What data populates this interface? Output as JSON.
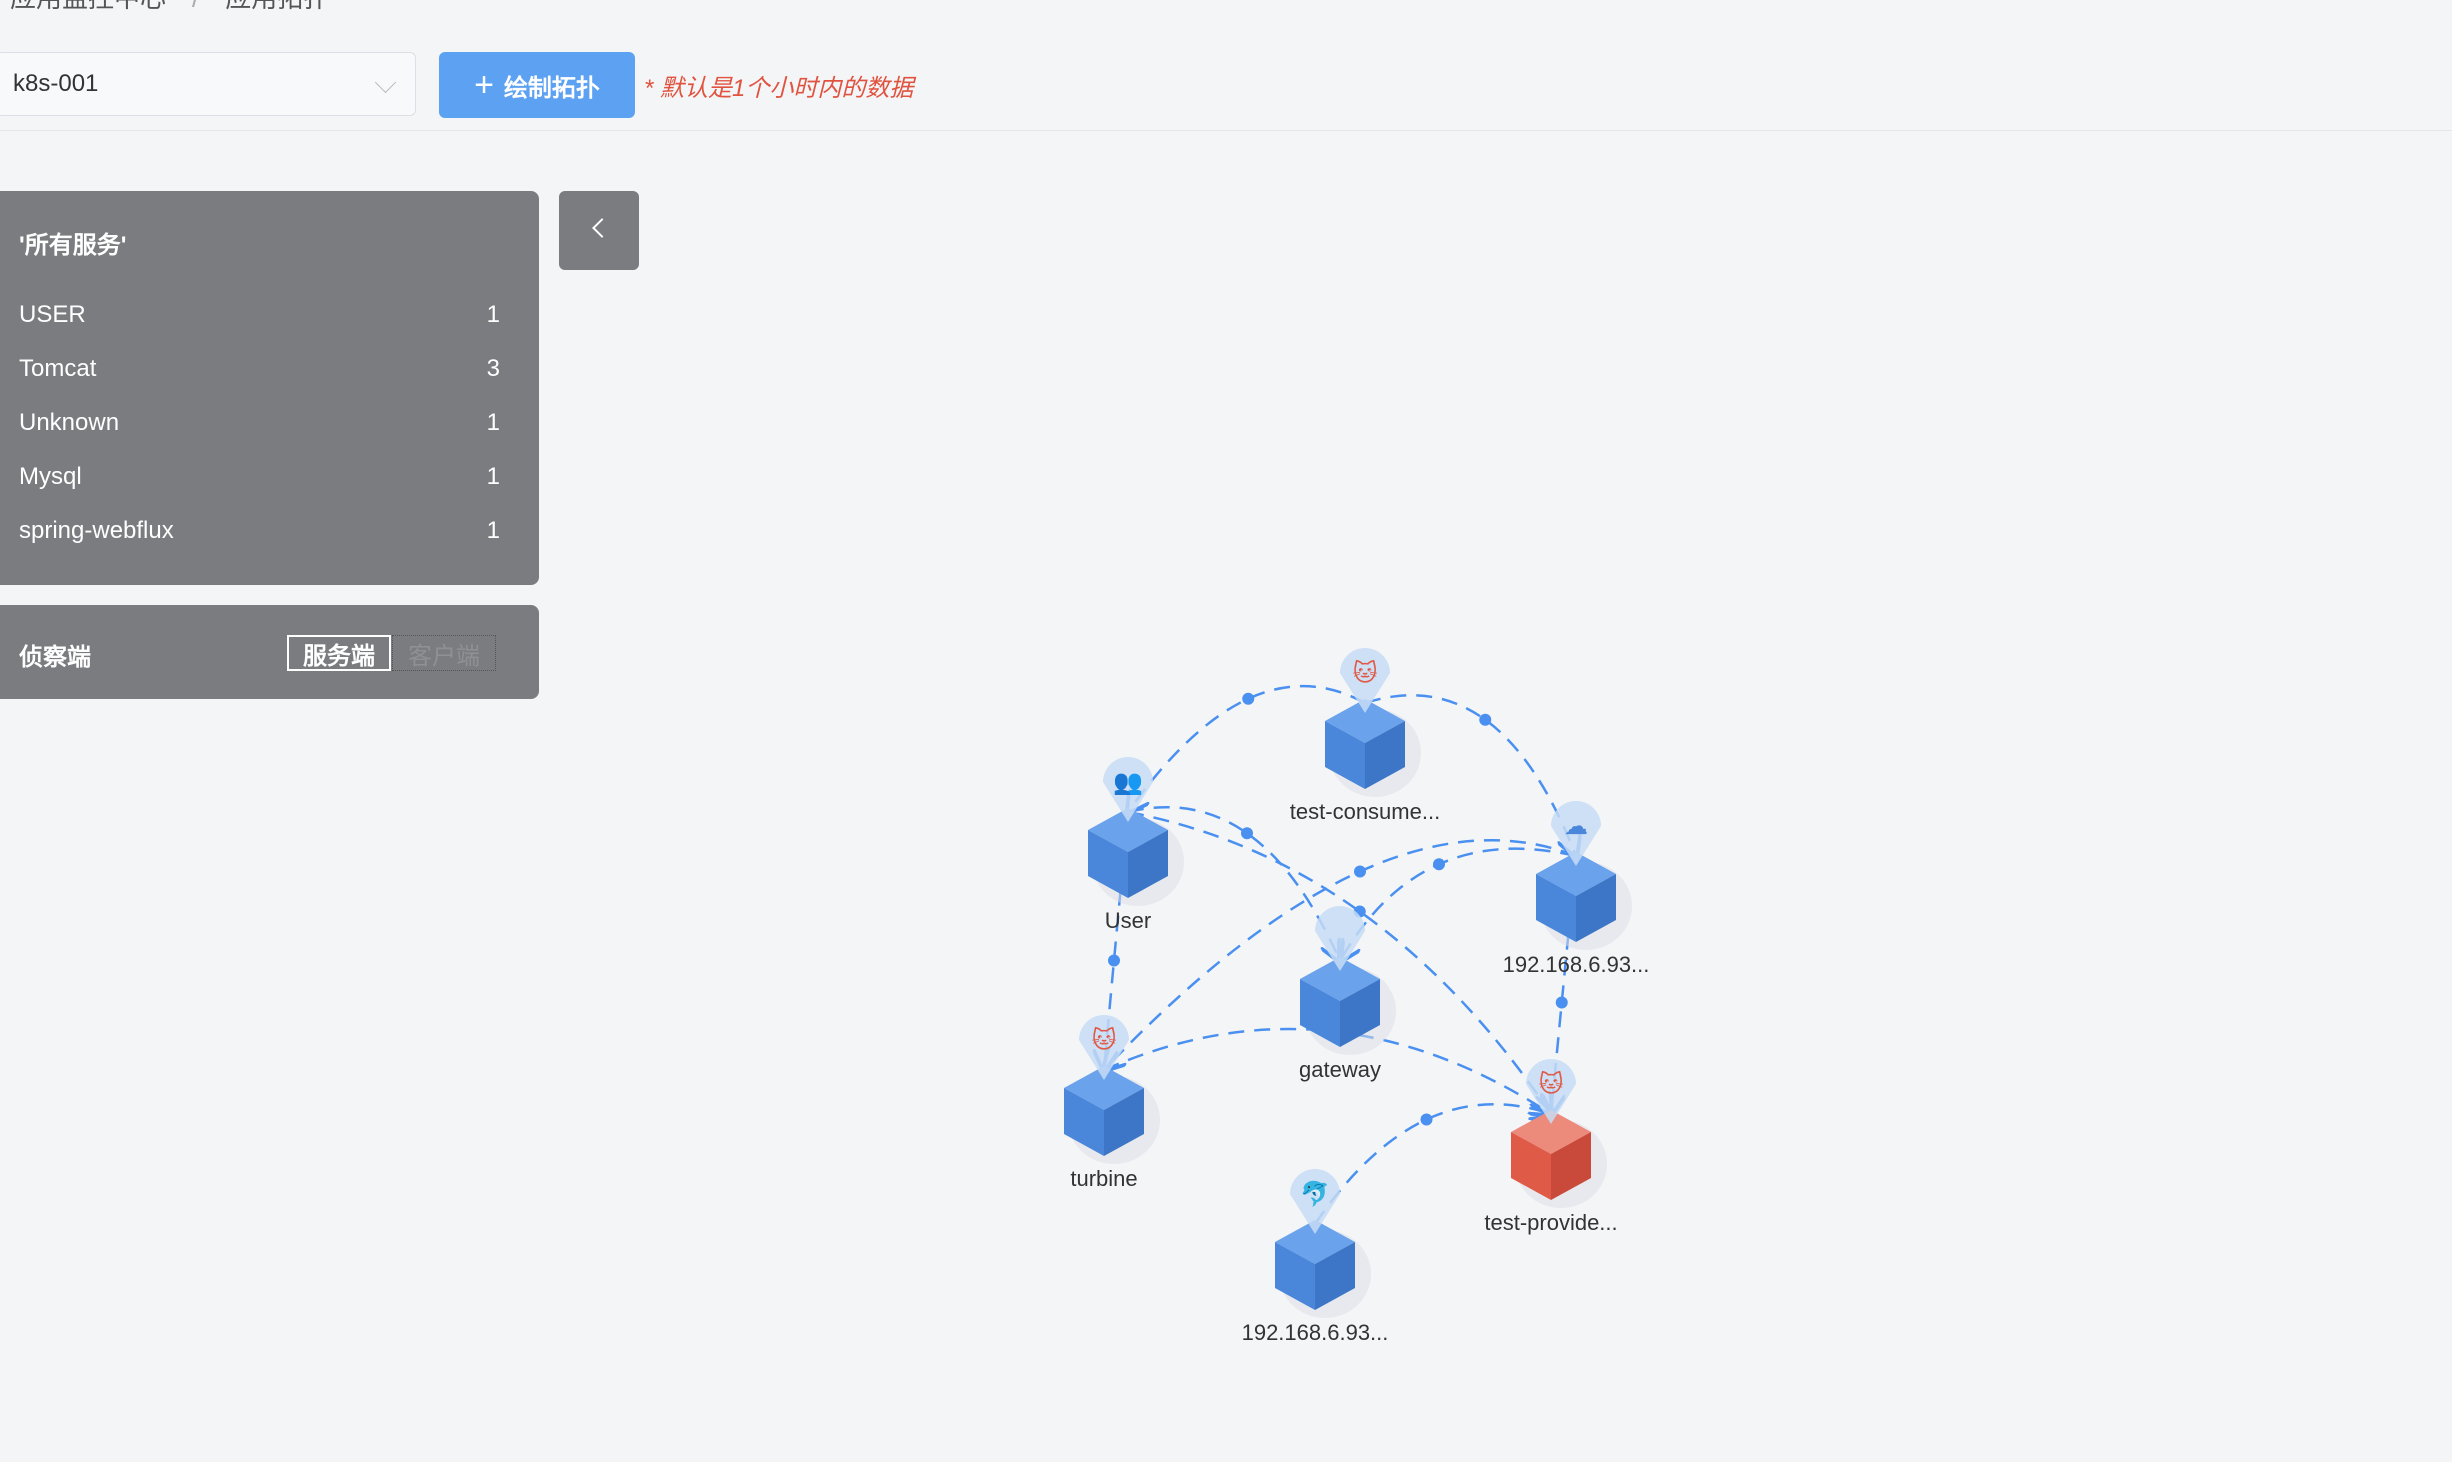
{
  "breadcrumb": [
    "应用监控中心",
    "应用拓扑"
  ],
  "toolbar": {
    "cluster_value": "k8s-001",
    "draw_button": "绘制拓扑",
    "note": "* 默认是1个小时内的数据"
  },
  "services_panel": {
    "title": "'所有服务'",
    "items": [
      {
        "name": "USER",
        "count": "1"
      },
      {
        "name": "Tomcat",
        "count": "3"
      },
      {
        "name": "Unknown",
        "count": "1"
      },
      {
        "name": "Mysql",
        "count": "1"
      },
      {
        "name": "spring-webflux",
        "count": "1"
      }
    ]
  },
  "probe_panel": {
    "label": "侦察端",
    "options": [
      "服务端",
      "客户端"
    ],
    "selected": "服务端"
  },
  "colors": {
    "accent": "#5da1f2",
    "node": "#4a87db",
    "error": "#e05a48",
    "edge": "#4a90f0"
  },
  "graph": {
    "nodes": [
      {
        "id": "consumer",
        "label": "test-consume...",
        "icon": "tomcat",
        "status": "ok"
      },
      {
        "id": "user",
        "label": "User",
        "icon": "users",
        "status": "ok"
      },
      {
        "id": "ip1",
        "label": "192.168.6.93...",
        "icon": "cloud",
        "status": "ok"
      },
      {
        "id": "gateway",
        "label": "gateway",
        "icon": "unknown",
        "status": "ok"
      },
      {
        "id": "turbine",
        "label": "turbine",
        "icon": "tomcat",
        "status": "ok"
      },
      {
        "id": "provider",
        "label": "test-provide...",
        "icon": "tomcat",
        "status": "error"
      },
      {
        "id": "ip2",
        "label": "192.168.6.93...",
        "icon": "mysql",
        "status": "ok"
      }
    ],
    "edges": [
      [
        "consumer",
        "user"
      ],
      [
        "consumer",
        "ip1"
      ],
      [
        "user",
        "gateway"
      ],
      [
        "user",
        "provider"
      ],
      [
        "user",
        "turbine"
      ],
      [
        "ip1",
        "turbine"
      ],
      [
        "ip1",
        "gateway"
      ],
      [
        "turbine",
        "provider"
      ],
      [
        "ip1",
        "provider"
      ],
      [
        "ip2",
        "provider"
      ]
    ]
  }
}
